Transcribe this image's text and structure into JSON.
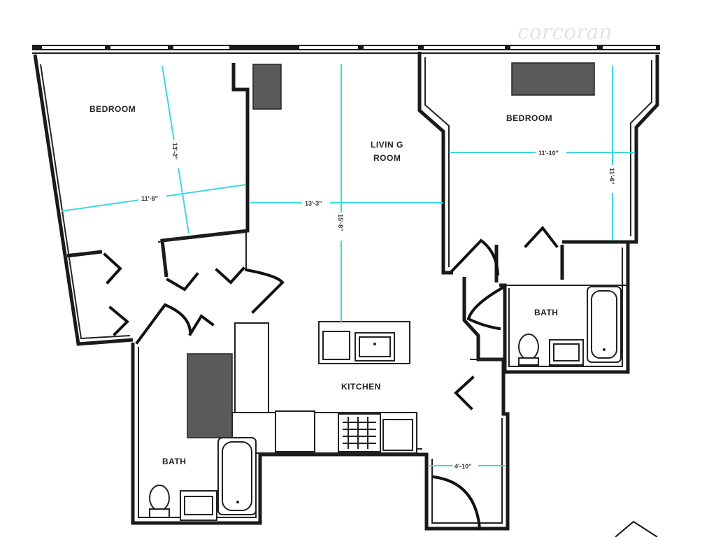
{
  "watermark": "corcoran",
  "rooms": {
    "bedroom_left": "BEDROOM",
    "living_line1": "LIVIN G",
    "living_line2": "ROOM",
    "bedroom_right": "BEDROOM",
    "bath_right": "BATH",
    "kitchen": "KITCHEN",
    "bath_left": "BATH"
  },
  "dimensions": {
    "bedroom_left_v": "13'-2\"",
    "bedroom_left_h": "11'-8\"",
    "living_h": "13'-3\"",
    "living_v": "15'-8\"",
    "bedroom_right_h": "11'-10\"",
    "bedroom_right_v": "11'-6\"",
    "entry_h": "4'-10\""
  }
}
